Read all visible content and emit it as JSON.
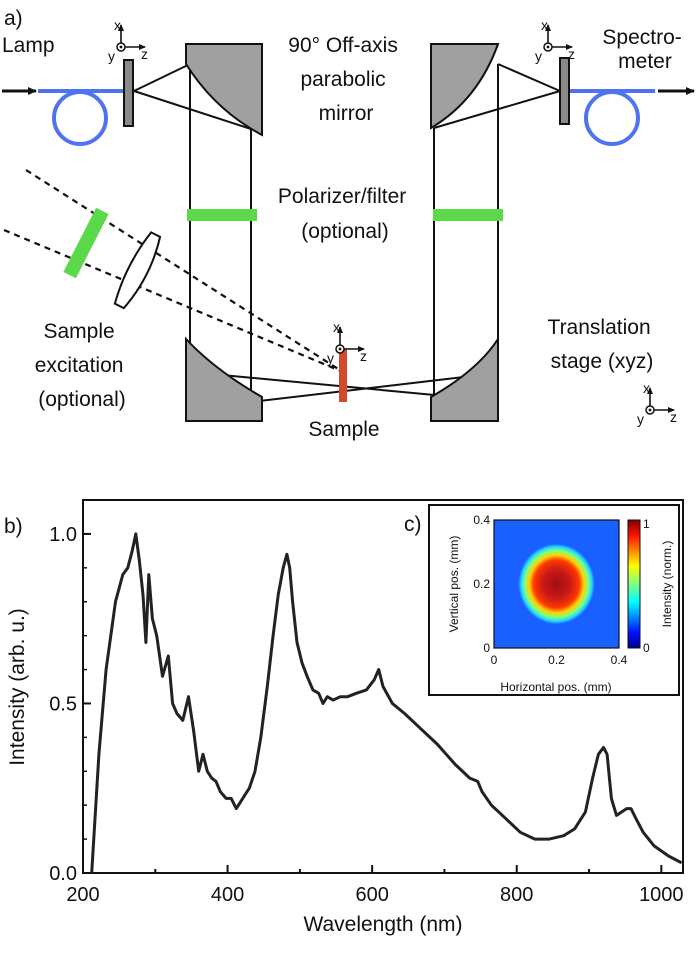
{
  "panel_a": {
    "panel_label": "a)",
    "lamp": "Lamp",
    "spectrometer": [
      "Spectro-",
      "meter"
    ],
    "mirror": [
      "90° Off-axis",
      "parabolic",
      "mirror"
    ],
    "polarizer": [
      "Polarizer/filter",
      "(optional)"
    ],
    "excitation": [
      "Sample",
      "excitation",
      "(optional)"
    ],
    "stage": [
      "Translation",
      "stage (xyz)"
    ],
    "sample": "Sample",
    "axis_x": "x",
    "axis_y": "y",
    "axis_z": "z",
    "colors": {
      "fiber": "#4f73f0",
      "filter": "#5bd94b",
      "sample": "#d24a2a",
      "mirror": "#a0a0a0"
    }
  },
  "panel_b": {
    "panel_label": "b)"
  },
  "panel_c": {
    "panel_label": "c)"
  },
  "chart_data": [
    {
      "type": "line",
      "xlabel": "Wavelength (nm)",
      "ylabel": "Intensity (arb. u.)",
      "xlim": [
        200,
        1030
      ],
      "ylim": [
        0,
        1.1
      ],
      "xticks": [
        "200",
        "400",
        "600",
        "800",
        "1000"
      ],
      "yticks": [
        "0.0",
        "0.5",
        "1.0"
      ],
      "x": [
        212,
        222,
        232,
        245,
        255,
        262,
        268,
        273,
        278,
        283,
        287,
        291,
        296,
        302,
        310,
        318,
        324,
        330,
        338,
        346,
        353,
        360,
        366,
        372,
        378,
        384,
        390,
        398,
        405,
        412,
        418,
        424,
        430,
        438,
        446,
        455,
        463,
        470,
        477,
        482,
        486,
        490,
        496,
        503,
        510,
        518,
        526,
        532,
        538,
        546,
        556,
        566,
        578,
        592,
        603,
        609,
        615,
        628,
        645,
        665,
        690,
        715,
        735,
        746,
        752,
        765,
        785,
        805,
        825,
        845,
        865,
        880,
        895,
        905,
        913,
        920,
        925,
        931,
        938,
        945,
        952,
        958,
        965,
        975,
        990,
        1010,
        1028
      ],
      "y": [
        0.0,
        0.35,
        0.6,
        0.8,
        0.88,
        0.9,
        0.95,
        1.0,
        0.92,
        0.82,
        0.68,
        0.88,
        0.75,
        0.7,
        0.58,
        0.64,
        0.5,
        0.47,
        0.45,
        0.52,
        0.42,
        0.3,
        0.35,
        0.3,
        0.28,
        0.27,
        0.24,
        0.22,
        0.22,
        0.19,
        0.21,
        0.23,
        0.25,
        0.3,
        0.4,
        0.55,
        0.7,
        0.82,
        0.9,
        0.94,
        0.9,
        0.8,
        0.68,
        0.62,
        0.58,
        0.54,
        0.53,
        0.5,
        0.52,
        0.51,
        0.52,
        0.52,
        0.53,
        0.54,
        0.57,
        0.6,
        0.55,
        0.5,
        0.47,
        0.43,
        0.38,
        0.32,
        0.28,
        0.27,
        0.24,
        0.2,
        0.16,
        0.12,
        0.1,
        0.1,
        0.11,
        0.13,
        0.18,
        0.28,
        0.35,
        0.37,
        0.35,
        0.22,
        0.17,
        0.18,
        0.19,
        0.19,
        0.16,
        0.12,
        0.08,
        0.05,
        0.03
      ]
    },
    {
      "type": "heatmap",
      "xlabel": "Horizontal pos. (mm)",
      "ylabel": "Vertical pos. (mm)",
      "xlim": [
        0,
        0.4
      ],
      "ylim": [
        0,
        0.4
      ],
      "xticks": [
        "0",
        "0.2",
        "0.4"
      ],
      "yticks": [
        "0",
        "0.2",
        "0.4"
      ],
      "center": [
        0.2,
        0.2
      ],
      "colorbar_label": "Intensity (norm.)",
      "colorbar_ticks": [
        "0",
        "1"
      ]
    }
  ]
}
